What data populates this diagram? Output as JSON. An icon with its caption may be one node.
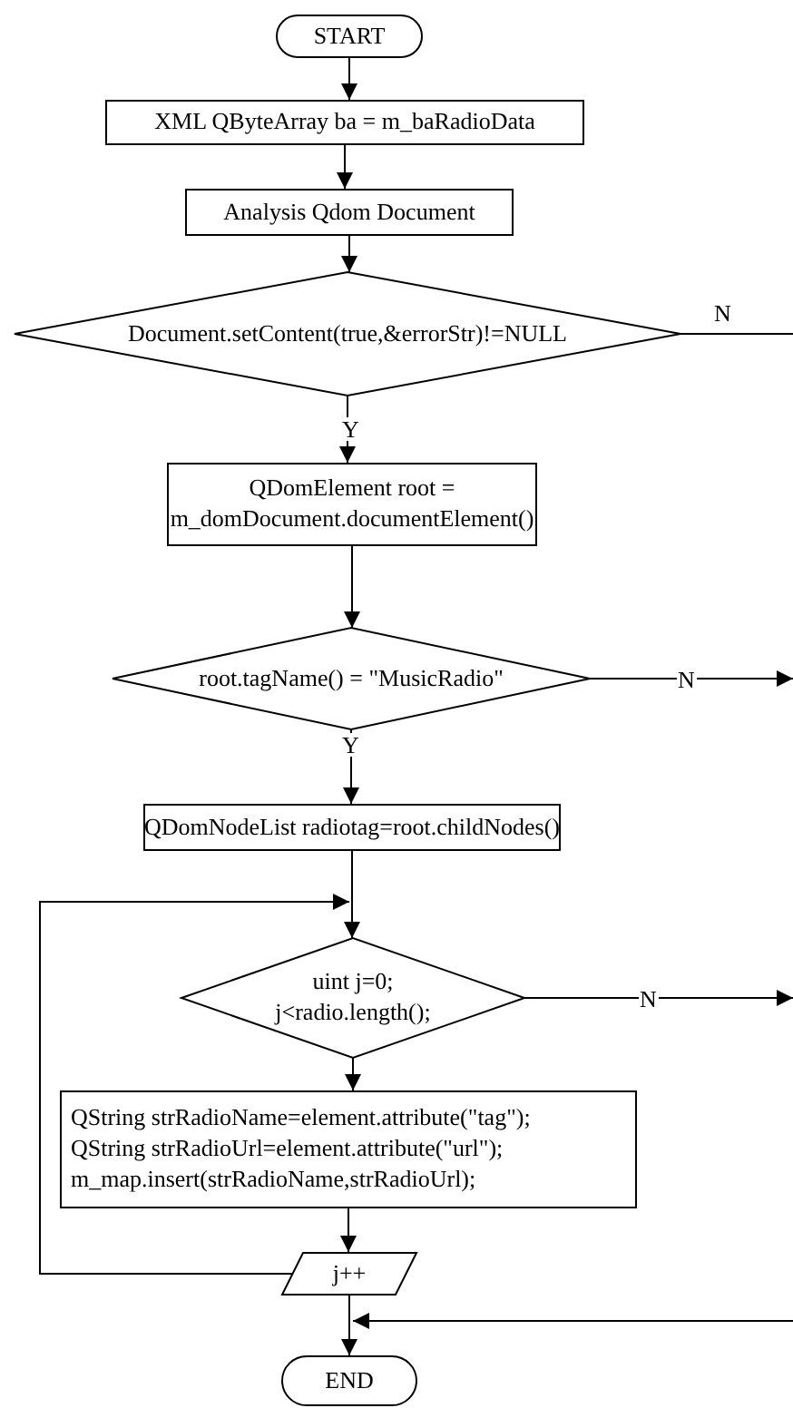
{
  "diagram": {
    "nodes": [
      {
        "text": [
          "START"
        ]
      },
      {
        "text": [
          "XML QByteArray ba = m_baRadioData"
        ]
      },
      {
        "text": [
          "Analysis Qdom Document"
        ]
      },
      {
        "text": [
          "Document.setContent(true,&errorStr)!=NULL"
        ]
      },
      {
        "text": [
          "QDomElement root = m_domDocument.documentElement()"
        ]
      },
      {
        "text": [
          "root.tagName() = \"MusicRadio\""
        ]
      },
      {
        "text": [
          "QDomNodeList radiotag=root.childNodes()"
        ]
      },
      {
        "text": [
          "uint j=0;",
          "j<radio.length();"
        ]
      },
      {
        "text": [
          "QString strRadioName=element.attribute(\"tag\");",
          "QString strRadioUrl=element.attribute(\"url\");",
          "m_map.insert(strRadioName,strRadioUrl);"
        ]
      },
      {
        "text": [
          "j++"
        ]
      },
      {
        "text": [
          "END"
        ]
      }
    ],
    "edges": [
      {
        "from": 0,
        "to": 1,
        "arrow": "to"
      },
      {
        "from": 1,
        "to": 2,
        "arrow": "to"
      },
      {
        "from": 2,
        "to": 3,
        "arrow": "to"
      },
      {
        "from": 3,
        "to": 4,
        "arrow": "to",
        "label": "Y"
      },
      {
        "from": 3,
        "to": null,
        "arrow": "none",
        "label": "N"
      },
      {
        "from": 4,
        "to": 5,
        "arrow": "to"
      },
      {
        "from": 5,
        "to": 6,
        "arrow": "to",
        "label": "Y"
      },
      {
        "from": 5,
        "to": null,
        "arrow": "to",
        "label": "N"
      },
      {
        "from": 6,
        "to": 7,
        "arrow": "to"
      },
      {
        "from": 7,
        "to": 8,
        "arrow": "to"
      },
      {
        "from": 7,
        "to": null,
        "arrow": "to",
        "label": "N"
      },
      {
        "from": 8,
        "to": 9,
        "arrow": "to"
      },
      {
        "from": 9,
        "to": 7,
        "arrow": "to"
      },
      {
        "from": 9,
        "to": 10,
        "arrow": "to"
      },
      {
        "from": null,
        "to": 10,
        "arrow": "to"
      }
    ]
  }
}
